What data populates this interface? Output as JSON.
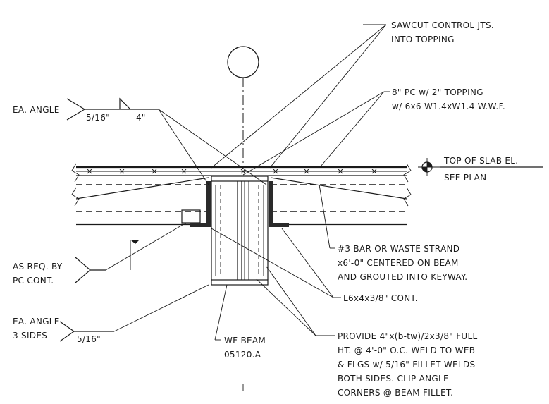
{
  "notes": {
    "sawcut_line1": "SAWCUT CONTROL JTS.",
    "sawcut_line2": "INTO TOPPING",
    "pc_line1": "8\" PC w/ 2\" TOPPING",
    "pc_line2": "w/ 6x6 W1.4xW1.4 W.W.F.",
    "top_slab_line1": "TOP OF SLAB EL.",
    "top_slab_line2": "SEE PLAN",
    "bar_line1": "#3 BAR OR WASTE STRAND",
    "bar_line2": "x6'-0\" CENTERED ON BEAM",
    "bar_line3": "AND GROUTED INTO KEYWAY.",
    "angle_cont": "L6x4x3/8\" CONT.",
    "beam_line1": "WF BEAM",
    "beam_line2": "05120.A",
    "provide_line1": "PROVIDE 4\"x(b-tw)/2x3/8\" FULL",
    "provide_line2": "HT. @ 4'-0\" O.C. WELD TO WEB",
    "provide_line3": "& FLGS w/ 5/16\" FILLET WELDS",
    "provide_line4": "BOTH SIDES. CLIP ANGLE",
    "provide_line5": "CORNERS @ BEAM FILLET."
  },
  "weld_symbols": {
    "top_ref": "EA. ANGLE",
    "top_size": "5/16\"",
    "top_length": "4\"",
    "bottom_ref1": "EA. ANGLE",
    "bottom_ref2": "3 SIDES",
    "bottom_size": "5/16\""
  },
  "as_req": {
    "line1": "AS REQ. BY",
    "line2": "PC CONT."
  },
  "colors": {
    "ink": "#1a1a1a",
    "paper": "#ffffff"
  }
}
